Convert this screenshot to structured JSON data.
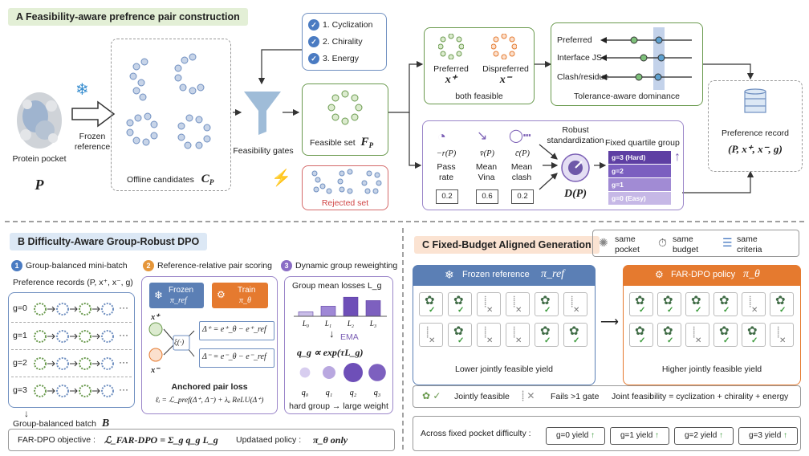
{
  "section_a": {
    "title": "A  Feasibility-aware prefrence pair construction",
    "protein_pocket": "Protein pocket",
    "pocket_symbol": "P",
    "frozen_reference": "Frozen reference",
    "offline_candidates": "Offline candidates",
    "candidates_symbol": "C",
    "candidates_sub": "P",
    "gates_list": [
      "1. Cyclization",
      "2. Chirality",
      "3. Energy"
    ],
    "feasibility_gates": "Feasibility gates",
    "feasible_set": "Feasible set",
    "feasible_symbol": "F",
    "feasible_sub": "P",
    "rejected_set": "Rejected set",
    "preferred": "Preferred",
    "dispreferred": "Dispreferred",
    "x_plus": "x⁺",
    "x_minus": "x⁻",
    "both_feasible": "both feasible",
    "dominance_rows": [
      "Preferred",
      "Interface JS",
      "Clash/residue"
    ],
    "tolerance_dominance": "Tolerance-aware dominance",
    "metrics": [
      {
        "symbol": "−r(P)",
        "name": "Pass rate",
        "value": "0.2"
      },
      {
        "symbol": "v̄(P)",
        "name": "Mean Vina",
        "value": "0.6"
      },
      {
        "symbol": "c̄(P)",
        "name": "Mean clash",
        "value": "0.2"
      }
    ],
    "robust_std": "Robust standardization",
    "dp_symbol": "D(P)",
    "quartile_title": "Fixed quartile group",
    "quartiles": [
      "g=3 (Hard)",
      "g=2",
      "g=1",
      "g=0 (Easy)"
    ],
    "preference_record": "Preference record",
    "record_tuple": "(P, x⁺, x⁻, g)"
  },
  "section_b": {
    "title": "B Difficulty-Aware Group-Robust DPO",
    "step1": "Group-balanced mini-batch",
    "step2": "Reference-relative pair scoring",
    "step3": "Dynamic group reweighting",
    "pref_records": "Preference records (P, x⁺, x⁻, g)",
    "groups": [
      "g=0",
      "g=1",
      "g=2",
      "g=3"
    ],
    "ellipsis": "···",
    "group_balanced_batch": "Group-balanced batch",
    "batch_symbol": "B",
    "frozen": "Frozen",
    "pi_ref": "π_ref",
    "train": "Train",
    "pi_theta": "π_θ",
    "xi": "ξ(·)",
    "delta_plus": "Δ⁺ = e⁺_θ − e⁺_ref",
    "delta_minus": "Δ⁻ = e⁻_θ − e⁻_ref",
    "anchored_loss": "Anchored pair loss",
    "loss_formula": "ℓᵢ = ℒ_pref(Δ⁺, Δ⁻) + λₐ ReLU(Δ⁺)",
    "group_mean_losses": "Group mean losses L_g",
    "loss_labels": [
      "L₀",
      "L₁",
      "L₂",
      "L₃"
    ],
    "loss_values": [
      0.2,
      0.45,
      0.85,
      0.7
    ],
    "ema": "EMA",
    "q_formula": "q_g ∝ exp(τL_g)",
    "q_labels": [
      "q₀",
      "q₁",
      "q₂",
      "q₃"
    ],
    "weights": [
      0.3,
      0.5,
      1.0,
      0.85
    ],
    "hard_group": "hard group → large weight",
    "objective_label": "FAR-DPO objective :",
    "objective_formula": "ℒ_FAR-DPO = Σ_g q_g L_g",
    "update_label": "Updataed policy :",
    "update_formula": "π_θ only"
  },
  "section_c": {
    "title": "C Fixed-Budget Aligned Generation",
    "legend": [
      "same pocket",
      "same budget",
      "same criteria"
    ],
    "frozen_ref": "Frozen reference",
    "frozen_pi": "π_ref",
    "fardpo": "FAR-DPO policy",
    "fardpo_pi": "π_θ",
    "ref_grid": [
      1,
      1,
      0,
      0,
      1,
      0,
      0,
      1,
      0,
      0,
      1,
      1
    ],
    "far_grid": [
      1,
      1,
      1,
      1,
      0,
      1,
      1,
      1,
      0,
      1,
      1,
      0
    ],
    "lower_yield": "Lower jointly feasible yield",
    "higher_yield": "Higher jointly feasible yield",
    "jointly_feasible": "Jointly feasible",
    "fails_gate": "Fails >1 gate",
    "joint_def": "Joint feasibility = cyclization + chirality + energy",
    "across_label": "Across fixed pocket difficulty :",
    "yields": [
      "g=0  yield",
      "g=1  yield",
      "g=2  yield",
      "g=3  yield"
    ]
  },
  "colors": {
    "green": "#6a9a4e",
    "blue": "#5b7fb5",
    "orange": "#e57a2f",
    "purple": "#7b5fb5",
    "red": "#d04545"
  }
}
